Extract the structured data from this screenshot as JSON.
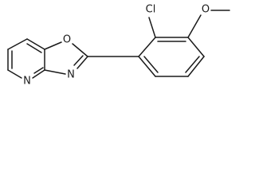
{
  "molecule": {
    "atoms": {
      "oxygen_ring": "O",
      "nitrogen_ring": "N",
      "nitrogen_pyridine": "N",
      "chlorine": "Cl",
      "oxygen_methoxy": "O"
    }
  }
}
